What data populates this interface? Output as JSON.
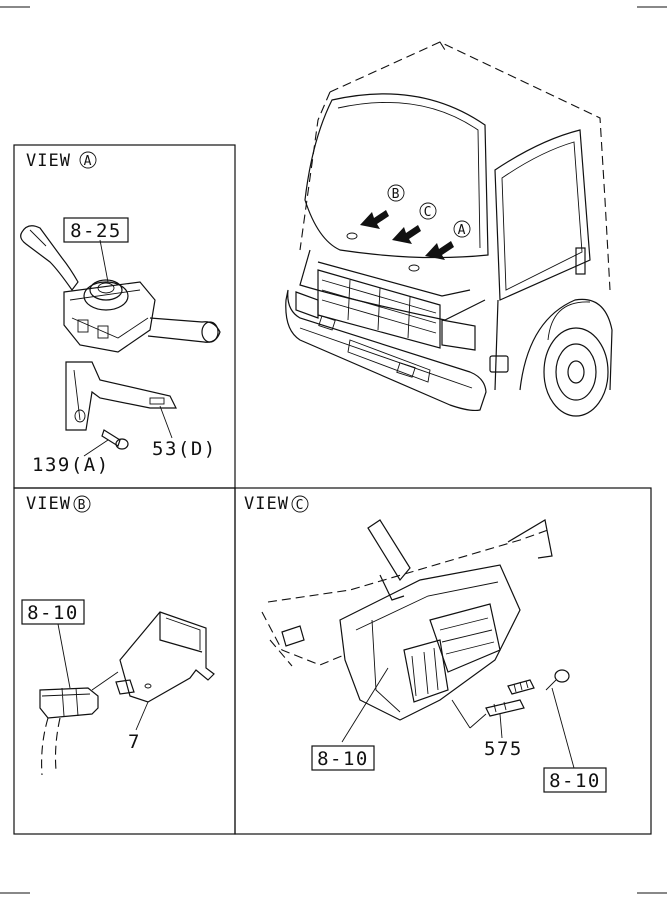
{
  "views": {
    "a": {
      "title": "VIEW",
      "marker": "A"
    },
    "b": {
      "title": "VIEW",
      "marker": "B"
    },
    "c": {
      "title": "VIEW",
      "marker": "C"
    }
  },
  "truck_markers": {
    "a": "A",
    "b": "B",
    "c": "C"
  },
  "callouts": {
    "a_ref": "8-25",
    "a_bracket": "53(D)",
    "a_bolt": "139(A)",
    "b_ref": "8-10",
    "b_bracket": "7",
    "c_ref_left": "8-10",
    "c_switch": "575",
    "c_ref_right": "8-10"
  }
}
